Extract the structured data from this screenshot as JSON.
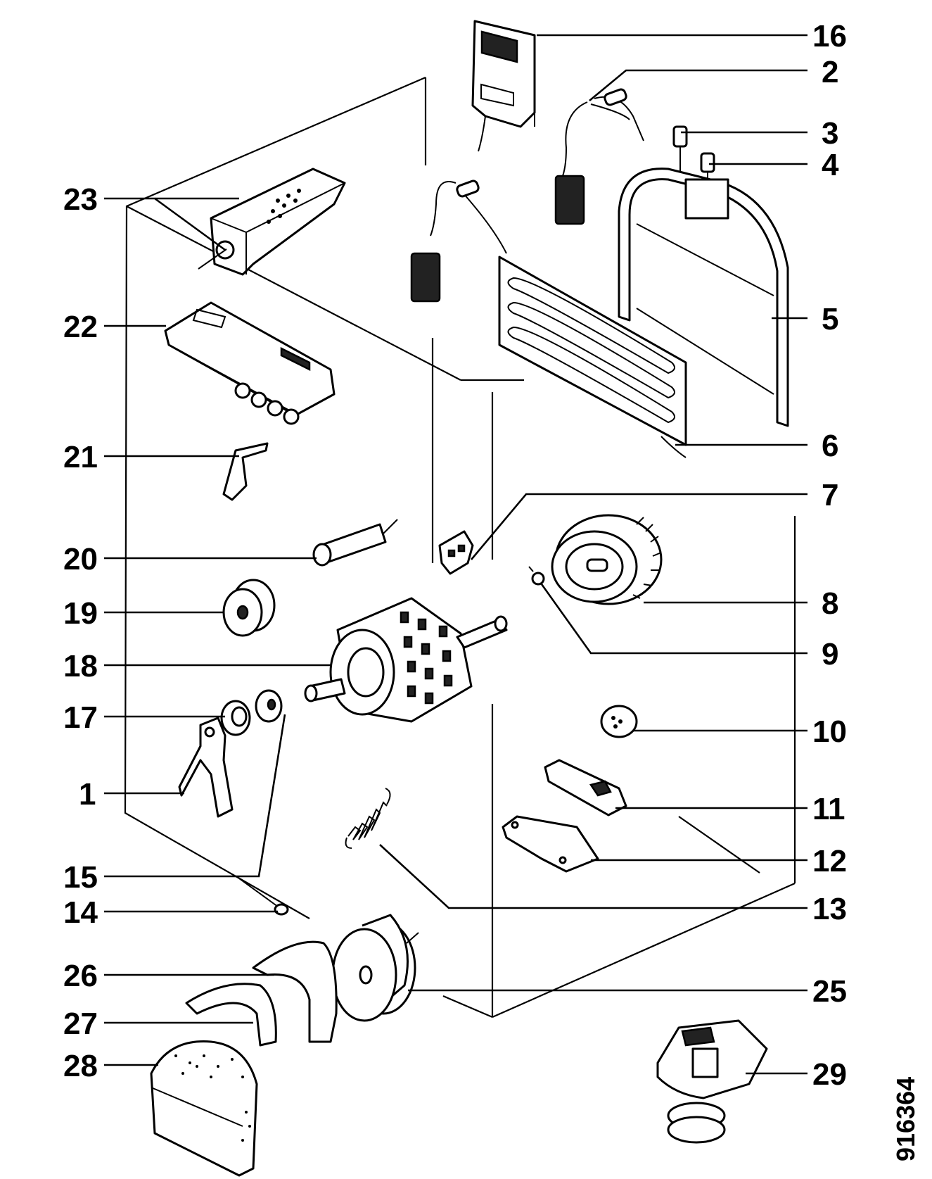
{
  "diagram": {
    "type": "exploded parts diagram",
    "drawing_code": "916364",
    "callouts": {
      "p1": "1",
      "p2": "2",
      "p3": "3",
      "p4": "4",
      "p5": "5",
      "p6": "6",
      "p7": "7",
      "p8": "8",
      "p9": "9",
      "p10": "10",
      "p11": "11",
      "p12": "12",
      "p13": "13",
      "p14": "14",
      "p15": "15",
      "p16": "16",
      "p17": "17",
      "p18": "18",
      "p19": "19",
      "p20": "20",
      "p21": "21",
      "p22": "22",
      "p23": "23",
      "p25": "25",
      "p26": "26",
      "p27": "27",
      "p28": "28",
      "p29": "29"
    }
  }
}
